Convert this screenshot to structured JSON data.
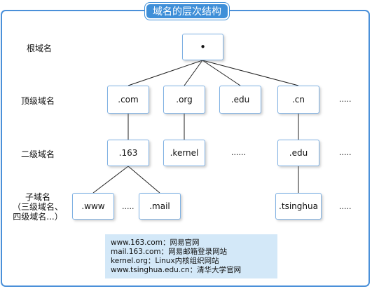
{
  "title": "域名的层次结构",
  "levels": {
    "root": "根域名",
    "top": "顶级域名",
    "second": "二级域名",
    "sub_line1": "子域名",
    "sub_line2": "（三级域名、",
    "sub_line3": "四级域名...）"
  },
  "nodes": {
    "root": "•",
    "com": ".com",
    "org": ".org",
    "edu": ".edu",
    "cn": ".cn",
    "n163": ".163",
    "kernel": ".kernel",
    "cn_edu": ".edu",
    "www": ".www",
    "mail": ".mail",
    "tsinghua": ".tsinghua"
  },
  "ellipsis": {
    "top": ".....",
    "second_mid": "......",
    "second_right": ".....",
    "sub_mid": ".....",
    "sub_right": "....."
  },
  "legend": [
    "www.163.com：网易官网",
    "mail.163.com：网易邮箱登录网站",
    "kernel.org：Linux内核组织网站",
    "www.tsinghua.edu.cn：清华大学官网"
  ],
  "colors": {
    "frame": "#4a90d9",
    "title_bg": "#3f8fd8",
    "node_border": "#7fb1e3",
    "legend_bg": "#d3e8f8"
  }
}
